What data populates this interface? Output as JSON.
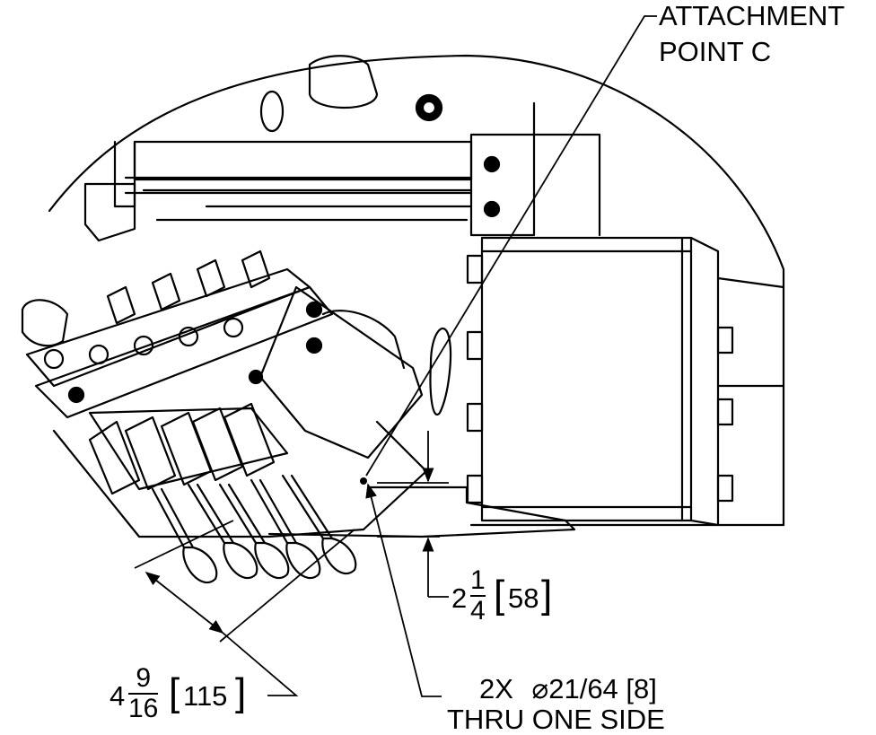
{
  "labels": {
    "attachment_line1": "ATTACHMENT",
    "attachment_line2": "POINT C",
    "dim_right_whole": "2",
    "dim_right_num": "1",
    "dim_right_den": "4",
    "dim_right_metric": "58",
    "dim_left_whole": "4",
    "dim_left_num": "9",
    "dim_left_den": "16",
    "dim_left_metric": "115",
    "hole_qty": "2X",
    "hole_diameter": "21/64 [8]",
    "hole_note": "THRU ONE SIDE"
  },
  "symbols": {
    "diameter": "⌀"
  },
  "icons": {
    "leader_arrow": "arrowhead",
    "hole_marker": "dot"
  }
}
